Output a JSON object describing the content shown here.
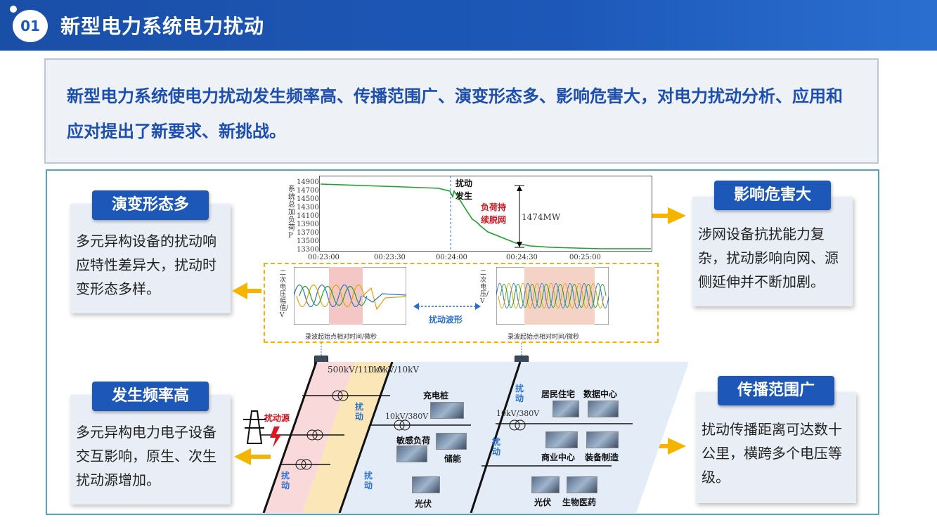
{
  "header": {
    "number": "01",
    "title": "新型电力系统电力扰动"
  },
  "intro": {
    "text": "新型电力系统使电力扰动发生频率高、传播范围广、演变形态多、影响危害大，对电力扰动分析、应用和应对提出了新要求、新挑战。"
  },
  "cards": {
    "evolution": {
      "tag": "演变形态多",
      "text": "多元异构设备的扰动响应特性差异大，扰动时变形态多样。"
    },
    "impact": {
      "tag": "影响危害大",
      "text": "涉网设备抗扰能力复杂，扰动影响向网、源侧延伸并不断加剧。"
    },
    "frequency": {
      "tag": "发生频率高",
      "text": "多元异构电力电子设备交互影响，原生、次生扰动源增加。"
    },
    "spread": {
      "tag": "传播范围广",
      "text": "扰动传播距离可达数十公里，横跨多个电压等级。"
    }
  },
  "plot": {
    "ylabel": "系统总加负荷P",
    "yticks": [
      "14900",
      "14700",
      "14500",
      "14300",
      "14100",
      "13900",
      "13700",
      "13500",
      "13300"
    ],
    "xticks": [
      "00:23:00",
      "00:23:30",
      "00:24:00",
      "00:24:30",
      "00:25:00"
    ],
    "event_label": "扰动发生",
    "load_label": "负荷持续脱网",
    "delta_label": "1474MW"
  },
  "waveforms": {
    "label": "扰动波形",
    "left_xlabel": "录波起始点相对时间/微秒",
    "right_xlabel": "录波起始点相对时间/微秒",
    "left_ylabel": "二次电压幅值/V",
    "right_ylabel": "二次电压/V"
  },
  "network": {
    "source_label": "扰动源",
    "v1": "500kV/110kV",
    "v2": "110kV/10kV",
    "v3": "10kV/380V",
    "v4": "10kV/380V",
    "disturb": "扰动",
    "nodes": [
      "充电桩",
      "敏感负荷",
      "储能",
      "光伏",
      "居民住宅",
      "数据中心",
      "商业中心",
      "装备制造",
      "光伏",
      "生物医药"
    ]
  }
}
